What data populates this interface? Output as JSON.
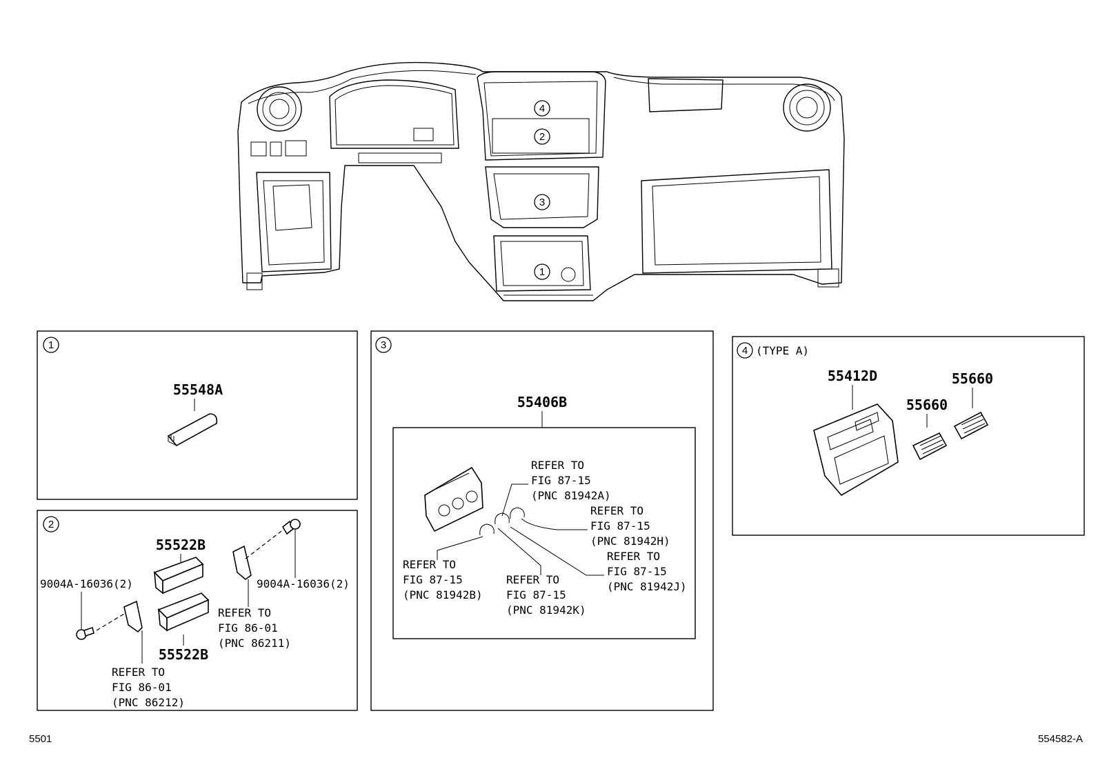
{
  "dashboard": {
    "callouts": [
      "4",
      "2",
      "3",
      "1"
    ]
  },
  "panel1": {
    "number": "1",
    "part": "55548A"
  },
  "panel2": {
    "number": "2",
    "part_upper": "55522B",
    "part_lower": "55522B",
    "bolt_left": "9004A-16036(2)",
    "bolt_right": "9004A-16036(2)",
    "refer_right": [
      "REFER TO",
      "FIG 86-01",
      "(PNC 86211)"
    ],
    "refer_left": [
      "REFER TO",
      "FIG 86-01",
      "(PNC 86212)"
    ]
  },
  "panel3": {
    "number": "3",
    "part": "55406B",
    "refer_a": [
      "REFER TO",
      "FIG 87-15",
      "(PNC 81942A)"
    ],
    "refer_h": [
      "REFER TO",
      "FIG 87-15",
      "(PNC 81942H)"
    ],
    "refer_j": [
      "REFER TO",
      "FIG 87-15",
      "(PNC 81942J)"
    ],
    "refer_b": [
      "REFER TO",
      "FIG 87-15",
      "(PNC 81942B)"
    ],
    "refer_k": [
      "REFER TO",
      "FIG 87-15",
      "(PNC 81942K)"
    ]
  },
  "panel4": {
    "number": "4",
    "type_label": "(TYPE A)",
    "part_bezel": "55412D",
    "part_vent_a": "55660",
    "part_vent_b": "55660"
  },
  "footer": {
    "left_code": "5501",
    "right_code": "554582-A"
  }
}
